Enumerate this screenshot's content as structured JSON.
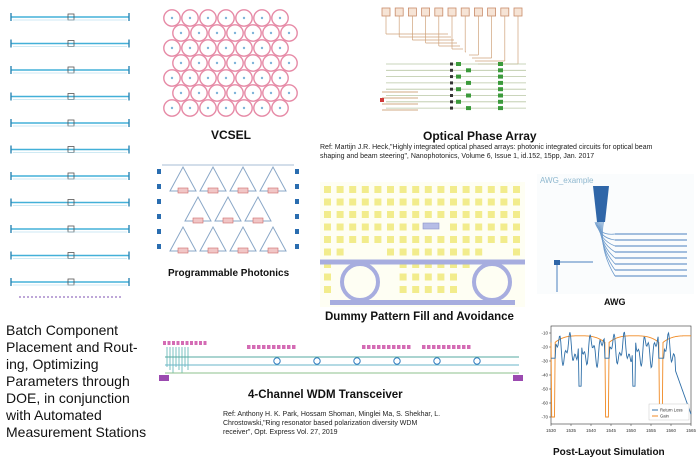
{
  "labels": {
    "vcsel": "VCSEL",
    "opa": "Optical Phase Array",
    "opa_ref": [
      "Ref: Martijn J.R. Heck,\"Highly integrated optical phased arrays: photonic integrated circuits for optical beam",
      "shaping and beam steering\", Nanophotonics, Volume 6, Issue 1, id.152, 15pp, Jan. 2017"
    ],
    "prog": "Programmable Photonics",
    "awg_inner": "AWG_example",
    "awg": "AWG",
    "dummy": "Dummy Pattern Fill and Avoidance",
    "wdm": "4-Channel WDM Transceiver",
    "wdm_ref": [
      "Ref: Anthony H. K. Park, Hossam Shoman, Minglei Ma, S. Shekhar, L.",
      "Chrostowski,\"Ring resonator based polarization diversity WDM",
      "receiver\", Opt. Express Vol. 27, 2019"
    ],
    "postlayout": "Post-Layout Simulation",
    "batch": [
      "Batch Component",
      "Placement and Rout-",
      "ing, Optimizing",
      "Parameters through",
      "DOE, in conjunction",
      "with Automated",
      "Measurement Stations"
    ]
  },
  "chart_data": {
    "type": "line",
    "x_ticks": [
      "1530",
      "1535",
      "1540",
      "1545",
      "1550",
      "1555",
      "1560",
      "1565"
    ],
    "y_ticks": [
      "-10",
      "-20",
      "-30",
      "-40",
      "-50",
      "-60",
      "-70"
    ],
    "xlim": [
      1530,
      1565
    ],
    "ylim": [
      -75,
      -5
    ],
    "series": [
      {
        "name": "Return Loss",
        "color": "#2f6fa8"
      },
      {
        "name": "Gain",
        "color": "#f08a24"
      }
    ]
  }
}
